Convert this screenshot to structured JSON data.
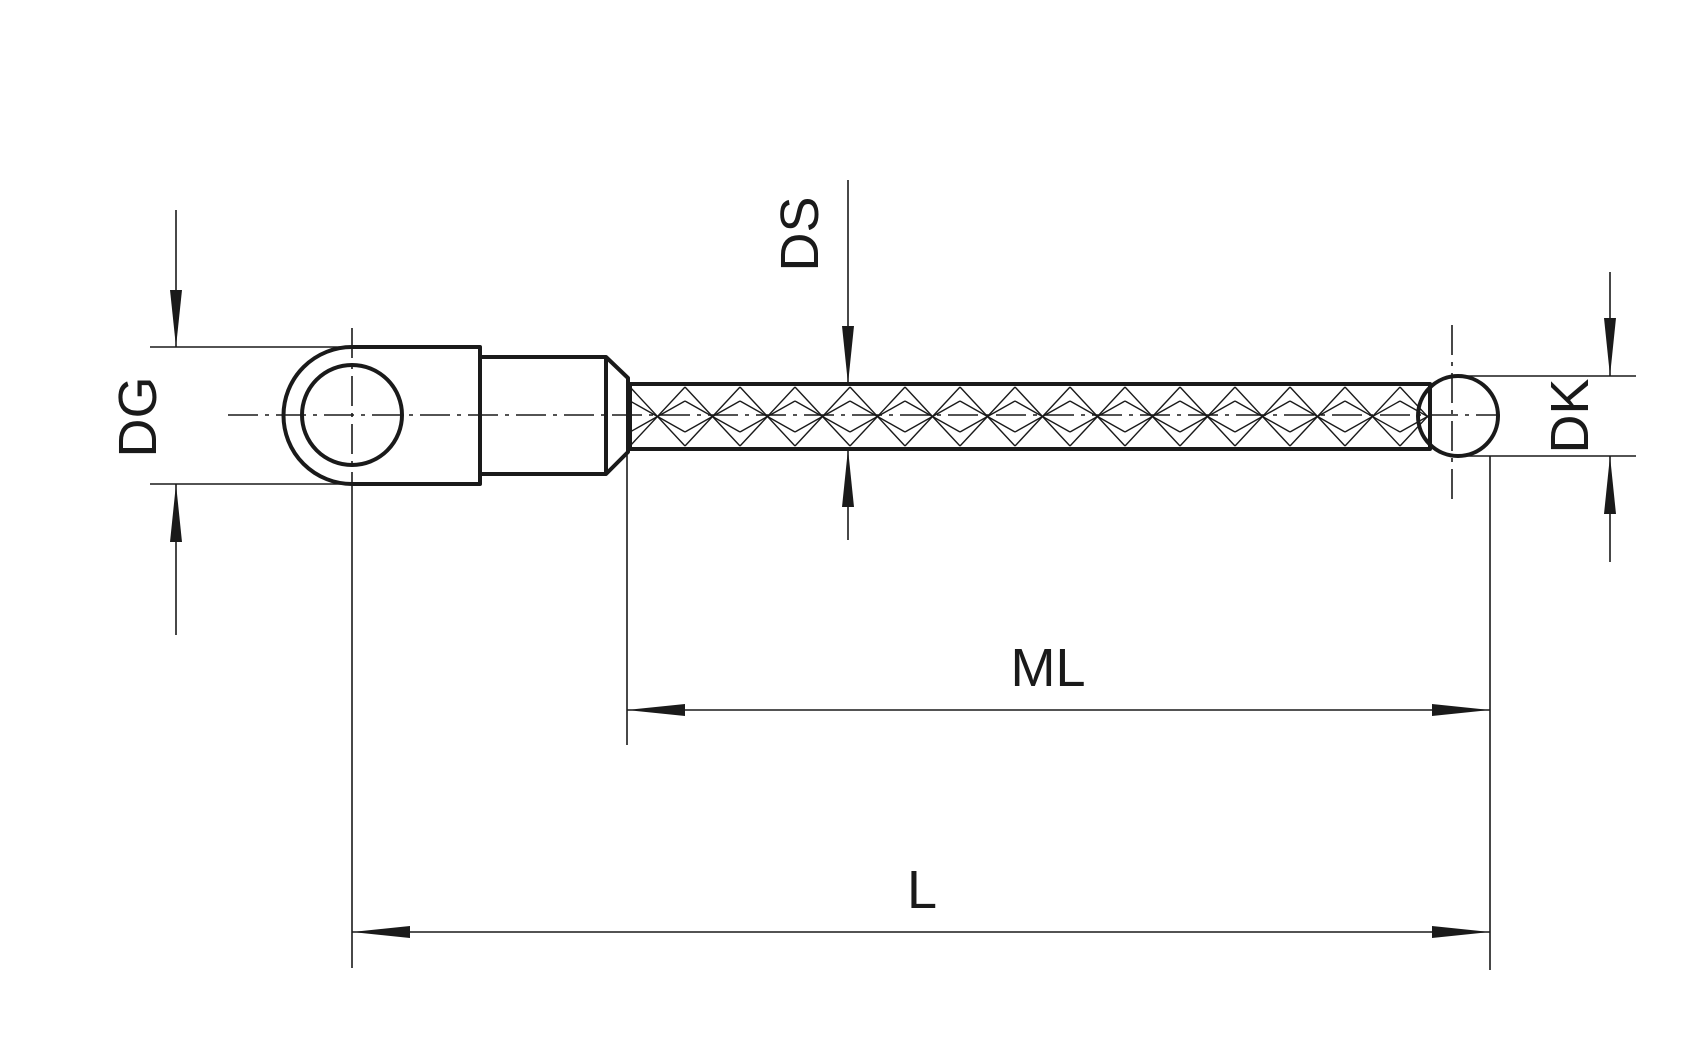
{
  "labels": {
    "dg": "DG",
    "ds": "DS",
    "dk": "DK",
    "ml": "ML",
    "l": "L"
  },
  "colors": {
    "line": "#1a1a1a",
    "background": "#ffffff"
  }
}
